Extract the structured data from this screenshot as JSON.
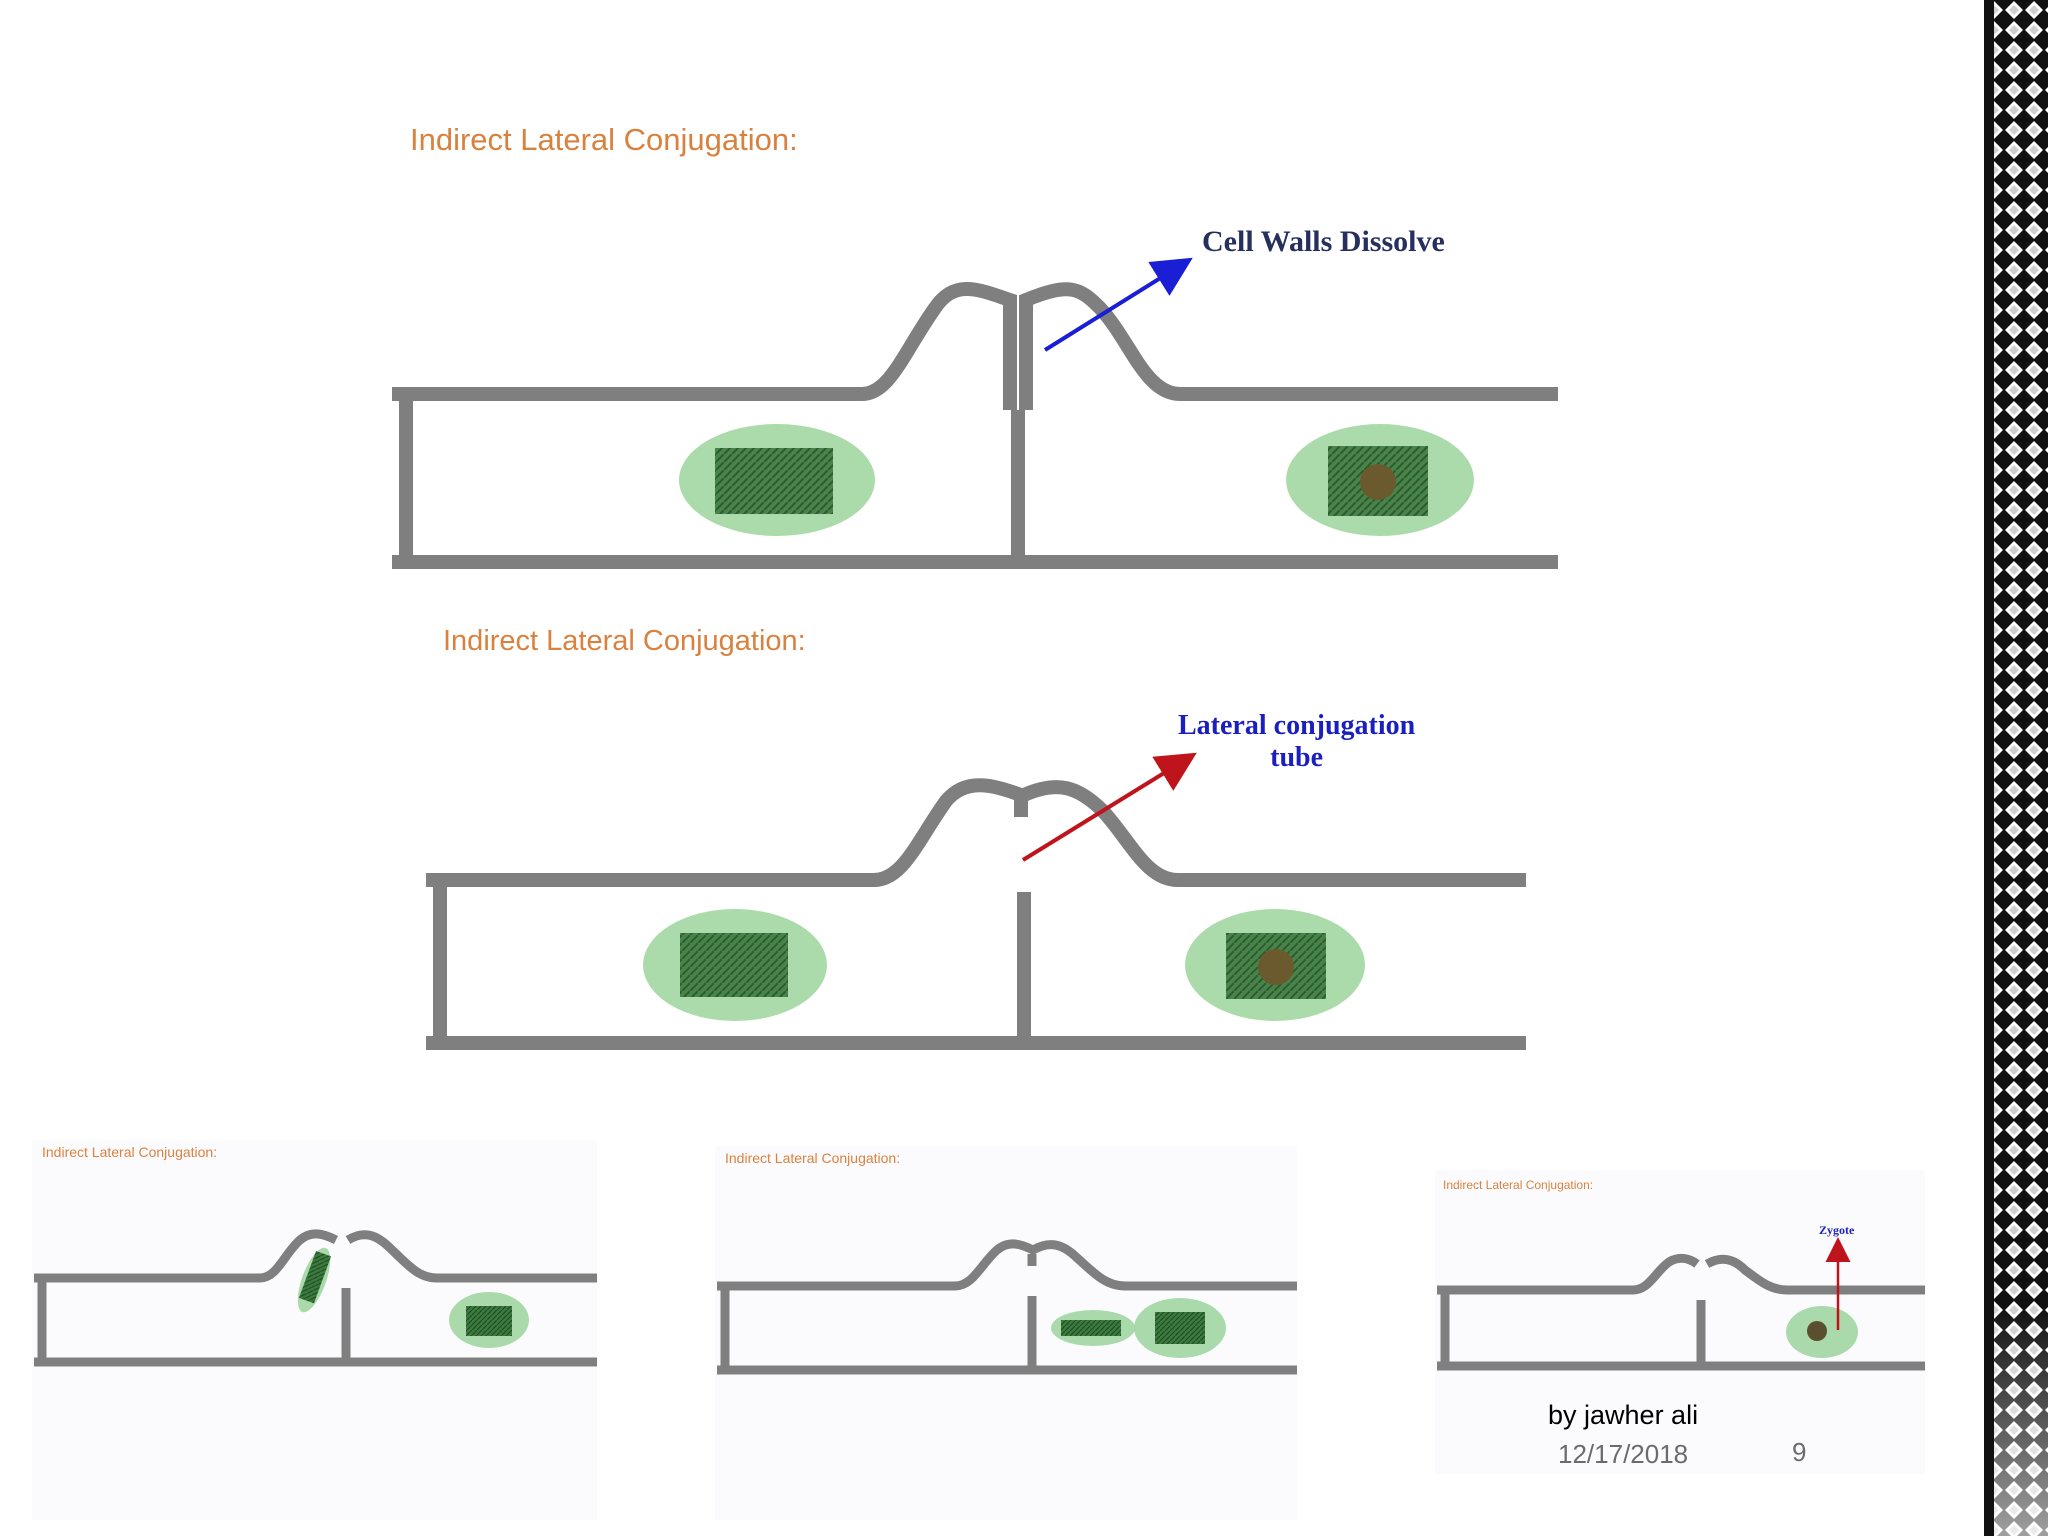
{
  "panels": {
    "p1": {
      "title": "Indirect Lateral Conjugation:",
      "label": "Cell Walls Dissolve"
    },
    "p2": {
      "title": "Indirect Lateral Conjugation:",
      "label_line1": "Lateral conjugation",
      "label_line2": "tube"
    },
    "p3": {
      "title": "Indirect Lateral Conjugation:"
    },
    "p4": {
      "title": "Indirect Lateral Conjugation:"
    },
    "p5": {
      "title": "Indirect Lateral Conjugation:",
      "label": "Zygote"
    }
  },
  "footer": {
    "author": "by jawher ali",
    "date": "12/17/2018",
    "page": "9"
  },
  "colors": {
    "wall": "#7f7f7f",
    "title": "#d9823f",
    "arrow_blue": "#1a1fd6",
    "arrow_red": "#c0141c",
    "chloroplast": "#2f6a34",
    "cell_halo": "#8fcf8f"
  }
}
